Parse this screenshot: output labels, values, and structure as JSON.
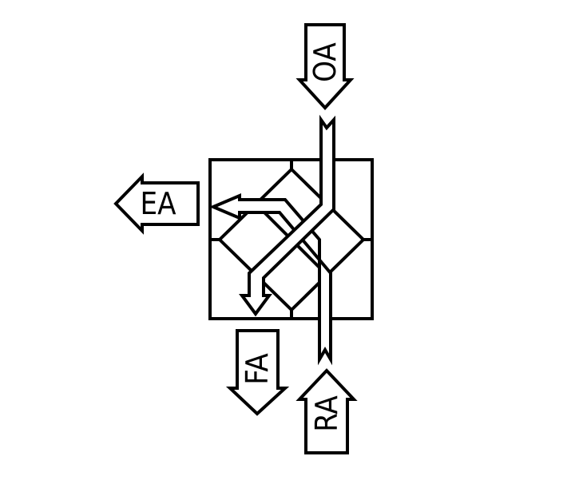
{
  "labels": {
    "oa": "OA",
    "ea": "EA",
    "fa": "FA",
    "ra": "RA"
  },
  "colors": {
    "stroke": "#000000",
    "background": "#ffffff"
  }
}
